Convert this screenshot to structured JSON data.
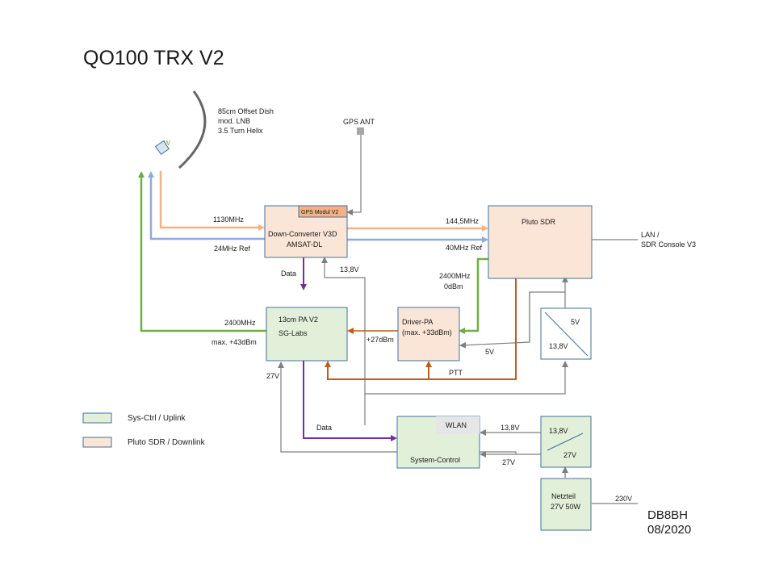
{
  "title": "QO100  TRX V2",
  "signature": {
    "call": "DB8BH",
    "date": "08/2020"
  },
  "dish": {
    "line1": "85cm Offset Dish",
    "line2": "mod. LNB",
    "line3": "3.5 Turn Helix",
    "feed_mark": "W"
  },
  "gps_ant": "GPS ANT",
  "blocks": {
    "downconverter": {
      "line1": "Down-Converter V3D",
      "line2": "AMSAT-DL",
      "gps_module": "GPS Modul V2"
    },
    "pluto": {
      "label": "Pluto SDR"
    },
    "pa": {
      "line1": "13cm PA V2",
      "line2": "SG-Labs"
    },
    "driver": {
      "line1": "Driver-PA",
      "line2": "(max. +33dBm)"
    },
    "reg5v": {
      "out": "5V",
      "in": "13,8V"
    },
    "sysctrl": {
      "label": "System-Control",
      "wlan": "WLAN"
    },
    "reg27": {
      "out": "13,8V",
      "in": "27V"
    },
    "psu": {
      "line1": "Netzteil",
      "line2": "27V 50W"
    }
  },
  "labels": {
    "f1130": "1130MHz",
    "ref24": "24MHz Ref",
    "f144": "144,5MHz",
    "ref40": "40MHz Ref",
    "lan1": "LAN /",
    "lan2": "SDR Console V3",
    "data_dc": "Data",
    "v138_dc": "13,8V",
    "tx2400_pluto": "2400MHz",
    "tx0dbm": "0dBm",
    "pa2400": "2400MHz",
    "pa43": "max. +43dBm",
    "p27dbm": "+27dBm",
    "v5_driver": "5V",
    "ptt": "PTT",
    "v27_pa": "27V",
    "data_sys": "Data",
    "v138_sys": "13,8V",
    "v27_sys": "27V",
    "v230": "230V"
  },
  "legend": [
    {
      "label": "Sys-Ctrl / Uplink",
      "color": "#e2efd9"
    },
    {
      "label": "Pluto SDR / Downlink",
      "color": "#fbe5d6"
    }
  ],
  "colors": {
    "orange_line": "#f4b183",
    "blue_line": "#8faadc",
    "green_line": "#70ad47",
    "purple_line": "#7030a0",
    "brown_line": "#c55a11",
    "gray_line": "#7f7f7f"
  }
}
